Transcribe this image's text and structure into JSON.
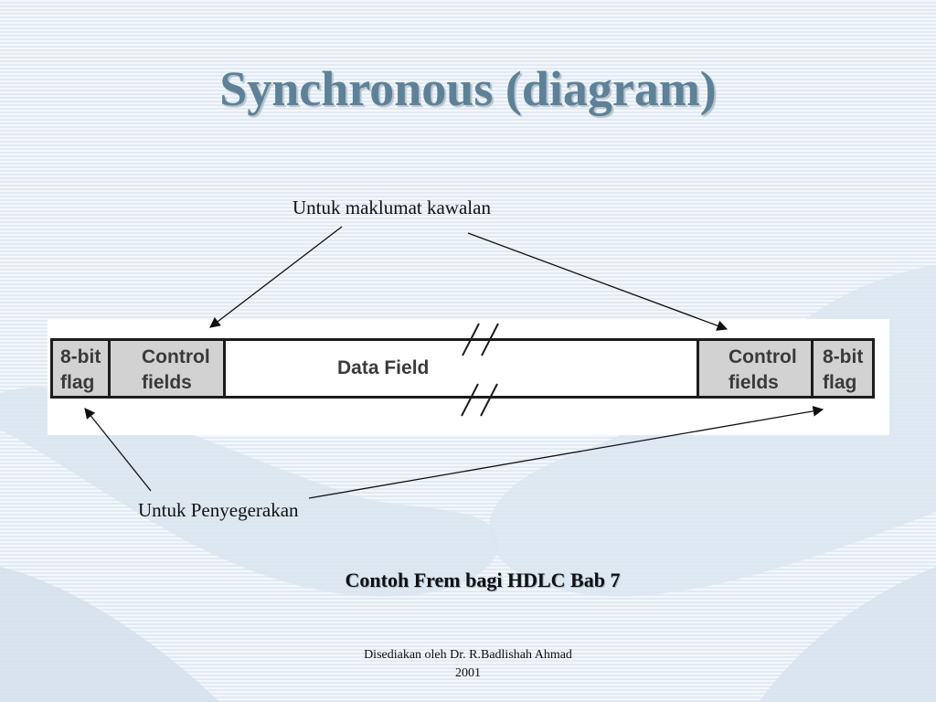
{
  "slide": {
    "title": "Synchronous (diagram)",
    "caption": "Contoh Frem bagi HDLC Bab 7",
    "footer": {
      "line1": "Disediakan oleh Dr. R.Badlishah Ahmad",
      "line2": "2001"
    }
  },
  "annotations": {
    "control_info": "Untuk maklumat kawalan",
    "synchronization": "Untuk Penyegerakan"
  },
  "frame": {
    "flag_left": {
      "line1": "8-bit",
      "line2": "flag"
    },
    "control_left": {
      "line1": "Control",
      "line2": "fields"
    },
    "data": "Data Field",
    "control_right": {
      "line1": "Control",
      "line2": "fields"
    },
    "flag_right": {
      "line1": "8-bit",
      "line2": "flag"
    }
  },
  "colors": {
    "title": "#5e8197",
    "field_fill": "#d2d2d2",
    "frame_border": "#1c1c1c",
    "background": "#e9f0f8"
  }
}
